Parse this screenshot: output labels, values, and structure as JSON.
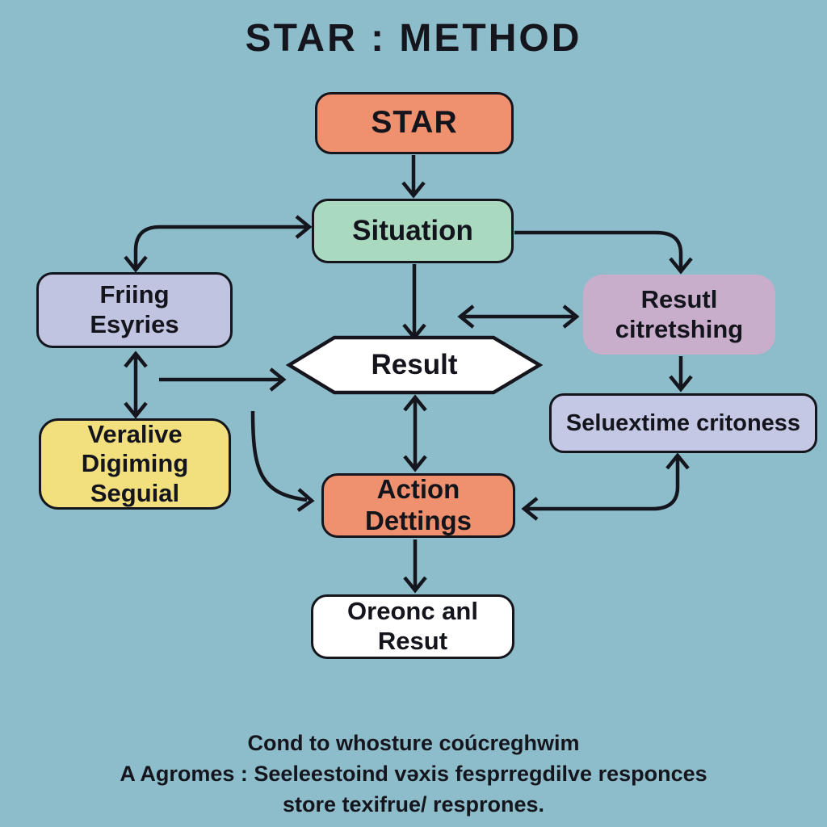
{
  "title": "STAR : METHOD",
  "colors": {
    "background": "#8DBDCA",
    "salmon": "#EF916F",
    "mint": "#A9D9BF",
    "lavender": "#C0C4E0",
    "mauve": "#C9AECB",
    "periwinkle": "#C5C8E4",
    "yellow": "#F2E07E",
    "white": "#FFFFFF",
    "ink": "#15151D"
  },
  "diagram": {
    "nodes": {
      "star": {
        "label": "STAR",
        "fill": "#EF916F",
        "shape": "rounded-rect"
      },
      "situation": {
        "label": "Situation",
        "fill": "#A9D9BF",
        "shape": "rounded-rect"
      },
      "friing": {
        "lines": [
          "Friing",
          "Esyries"
        ],
        "fill": "#C0C4E0",
        "shape": "rounded-rect"
      },
      "resutl": {
        "lines": [
          "Resutl",
          "citretshing"
        ],
        "fill": "#C9AECB",
        "shape": "rounded-rect"
      },
      "result_hex": {
        "label": "Result",
        "fill": "#FFFFFF",
        "shape": "hexagon"
      },
      "seluextime": {
        "label": "Seluextime critoness",
        "fill": "#C5C8E4",
        "shape": "rounded-rect"
      },
      "veralive": {
        "lines": [
          "Veralive",
          "Digiming",
          "Seguial"
        ],
        "fill": "#F2E07E",
        "shape": "rounded-rect"
      },
      "action": {
        "lines": [
          "Action",
          "Dettings"
        ],
        "fill": "#EF916F",
        "shape": "rounded-rect"
      },
      "oreonc": {
        "lines": [
          "Oreonc anl",
          "Resut"
        ],
        "fill": "#FFFFFF",
        "shape": "rounded-rect"
      }
    }
  },
  "caption": {
    "line1": "Cond to whosture coúcreghwim",
    "line2": "A Agromes : Seeleestoind vəxis fesprregdilve responces",
    "line3": "store texifrue/ resprones."
  }
}
